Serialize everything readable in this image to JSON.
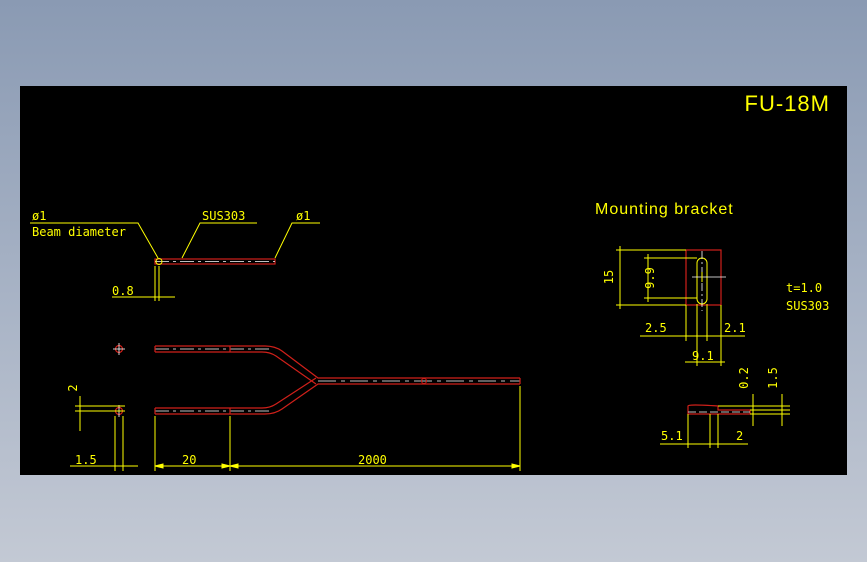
{
  "model": "FU-18M",
  "colors": {
    "background": "#000000",
    "dimension": "#ffff00",
    "outline": "#d0201a",
    "centerline": "#ffffff",
    "frame": "#8a9ab3"
  },
  "labels": {
    "beam_symbol": "ø1",
    "beam_diameter": "Beam diameter",
    "material_tube": "SUS303",
    "tip_symbol": "ø1",
    "bracket_title": "Mounting bracket",
    "thickness": "t=1.0",
    "bracket_material": "SUS303"
  },
  "dimensions": {
    "tip_offset": "0.8",
    "pitch": "2",
    "head_width": "1.5",
    "sleeve_length": "20",
    "cable_length": "2000",
    "bracket_height": "15",
    "slot_length": "9.9",
    "bracket_left": "2.5",
    "bracket_right": "2.1",
    "bracket_width": "9.1",
    "plate_thickness": "0.2",
    "side_height": "1.5",
    "side_left": "5.1",
    "side_right": "2"
  }
}
